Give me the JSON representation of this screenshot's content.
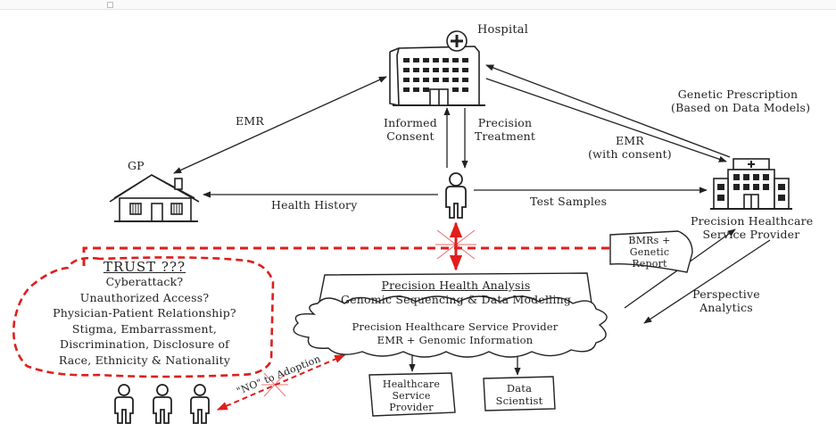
{
  "nodes": {
    "hospital": "Hospital",
    "gp": "GP",
    "provider_line1": "Precision Healthcare",
    "provider_line2": "Service Provider",
    "healthcare_provider_line1": "Healthcare",
    "healthcare_provider_line2": "Service",
    "healthcare_provider_line3": "Provider",
    "data_scientist_line1": "Data",
    "data_scientist_line2": "Scientist"
  },
  "edges": {
    "emr": "EMR",
    "informed_consent_line1": "Informed",
    "informed_consent_line2": "Consent",
    "precision_treatment_line1": "Precision",
    "precision_treatment_line2": "Treatment",
    "genetic_prescription_line1": "Genetic Prescription",
    "genetic_prescription_line2": "(Based on Data Models)",
    "emr_consent_line1": "EMR",
    "emr_consent_line2": "(with consent)",
    "health_history": "Health History",
    "test_samples": "Test Samples",
    "perspective_line1": "Perspective",
    "perspective_line2": "Analytics",
    "no_adoption": "\"NO\" to Adoption"
  },
  "report_flag": {
    "line1": "BMRs +",
    "line2": "Genetic",
    "line3": "Report"
  },
  "analysis": {
    "title": "Precision Health Analysis",
    "subtitle": "Genomic Sequencing & Data Modelling",
    "cloud_line1": "Precision Healthcare Service Provider",
    "cloud_line2": "EMR + Genomic Information"
  },
  "trust": {
    "title": "TRUST ???",
    "lines": [
      "Cyberattack?",
      "Unauthorized Access?",
      "Physician-Patient Relationship?",
      "Stigma, Embarrassment,",
      "Discrimination, Disclosure of",
      "Race, Ethnicity & Nationality"
    ]
  },
  "colors": {
    "ink": "#222222",
    "alert_red": "#e11d1d"
  }
}
